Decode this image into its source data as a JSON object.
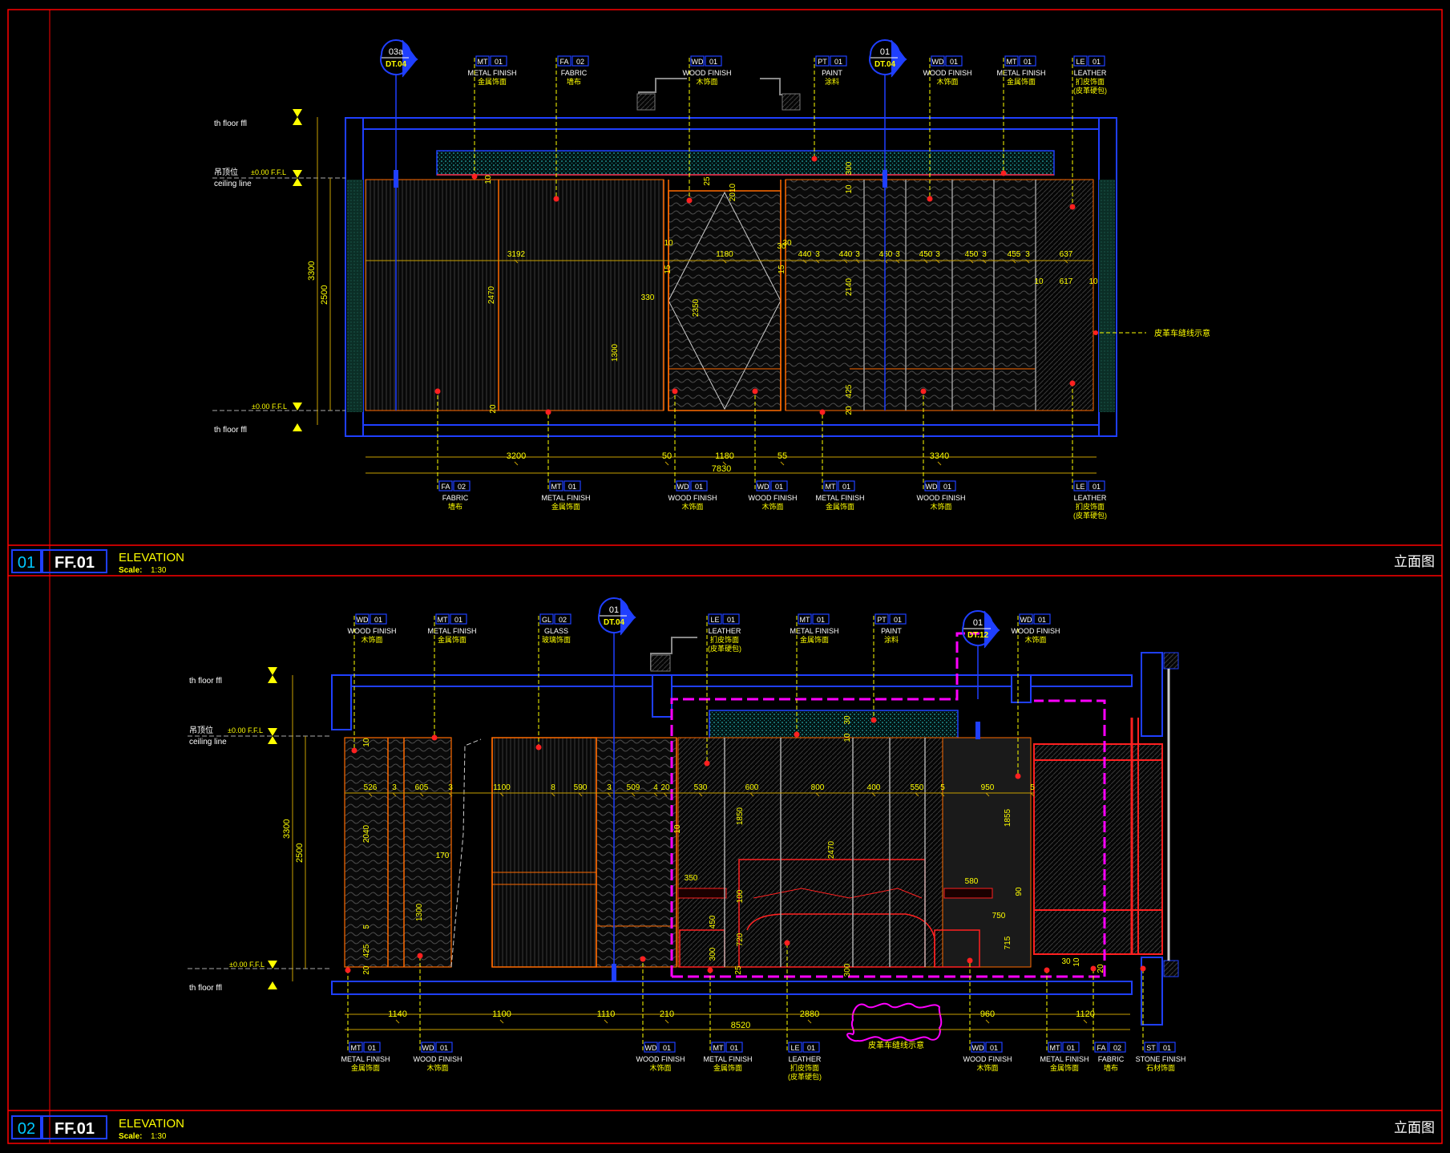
{
  "colors": {
    "background": "#000000",
    "frame": "#ff0000",
    "wall": "#1f3fff",
    "leader": "#ffff00",
    "dim": "#c8a000",
    "magenta": "#ff00ff",
    "cyan": "#00c8ff",
    "orange": "#ff6a00",
    "white": "#ffffff"
  },
  "panel1": {
    "number": "01",
    "code": "FF.01",
    "title": "ELEVATION",
    "scale_label": "Scale:",
    "scale_value": "1:30",
    "cn_title": "立面图",
    "level_labels": {
      "top_floor": "th floor ffl",
      "ceiling_cn": "吊顶位",
      "ceiling_ffl": "±0.00 F.F.L",
      "ceiling_en": "ceiling line",
      "floor_ffl": "±0.00 F.F.L",
      "bottom_floor": "th floor ffl"
    },
    "section_marks": [
      {
        "top": "03a",
        "bottom": "DT.04"
      },
      {
        "top": "01",
        "bottom": "DT.04"
      }
    ],
    "tags_top": [
      {
        "code": "MT",
        "num": "01",
        "en": "METAL FINISH",
        "cn": "金属饰面"
      },
      {
        "code": "FA",
        "num": "02",
        "en": "FABRIC",
        "cn": "墙布"
      },
      {
        "code": "WD",
        "num": "01",
        "en": "WOOD FINISH",
        "cn": "木饰面"
      },
      {
        "code": "PT",
        "num": "01",
        "en": "PAINT",
        "cn": "涂料"
      },
      {
        "code": "WD",
        "num": "01",
        "en": "WOOD FINISH",
        "cn": "木饰面"
      },
      {
        "code": "MT",
        "num": "01",
        "en": "METAL FINISH",
        "cn": "金属饰面"
      },
      {
        "code": "LE",
        "num": "01",
        "en": "LEATHER",
        "cn": "扪皮饰面",
        "cn2": "(皮革硬包)"
      }
    ],
    "tags_bottom": [
      {
        "code": "FA",
        "num": "02",
        "en": "FABRIC",
        "cn": "墙布"
      },
      {
        "code": "MT",
        "num": "01",
        "en": "METAL FINISH",
        "cn": "金属饰面"
      },
      {
        "code": "WD",
        "num": "01",
        "en": "WOOD FINISH",
        "cn": "木饰面"
      },
      {
        "code": "WD",
        "num": "01",
        "en": "WOOD FINISH",
        "cn": "木饰面"
      },
      {
        "code": "MT",
        "num": "01",
        "en": "METAL FINISH",
        "cn": "金属饰面"
      },
      {
        "code": "WD",
        "num": "01",
        "en": "WOOD FINISH",
        "cn": "木饰面"
      },
      {
        "code": "LE",
        "num": "01",
        "en": "LEATHER",
        "cn": "扪皮饰面",
        "cn2": "(皮革硬包)"
      }
    ],
    "note_right": "皮革车缝线示意",
    "dims_inner": [
      "3192",
      "1180",
      "440",
      "3",
      "440",
      "3",
      "450",
      "3",
      "450",
      "3",
      "450",
      "3",
      "455",
      "3",
      "637"
    ],
    "dims_misc": [
      "10",
      "30",
      "2470",
      "330",
      "1300",
      "2350",
      "20",
      "2140",
      "425",
      "20",
      "10",
      "617",
      "10",
      "15",
      "15",
      "30",
      "2010",
      "10",
      "300",
      "10",
      "25"
    ],
    "dims_vertical": [
      "3300",
      "2500"
    ],
    "dims_bottom": [
      "3200",
      "50",
      "1180",
      "55",
      "3340"
    ],
    "dims_total": "7830"
  },
  "panel2": {
    "number": "02",
    "code": "FF.01",
    "title": "ELEVATION",
    "scale_label": "Scale:",
    "scale_value": "1:30",
    "cn_title": "立面图",
    "level_labels": {
      "top_floor": "th floor ffl",
      "ceiling_cn": "吊顶位",
      "ceiling_ffl": "±0.00 F.F.L",
      "ceiling_en": "ceiling line",
      "floor_ffl": "±0.00 F.F.L",
      "bottom_floor": "th floor ffl"
    },
    "section_marks": [
      {
        "top": "01",
        "bottom": "DT.04"
      },
      {
        "top": "01",
        "bottom": "DT.12"
      }
    ],
    "tags_top": [
      {
        "code": "WD",
        "num": "01",
        "en": "WOOD FINISH",
        "cn": "木饰面"
      },
      {
        "code": "MT",
        "num": "01",
        "en": "METAL FINISH",
        "cn": "金属饰面"
      },
      {
        "code": "GL",
        "num": "02",
        "en": "GLASS",
        "cn": "玻璃饰面"
      },
      {
        "code": "LE",
        "num": "01",
        "en": "LEATHER",
        "cn": "扪皮饰面",
        "cn2": "(皮革硬包)"
      },
      {
        "code": "MT",
        "num": "01",
        "en": "METAL FINISH",
        "cn": "金属饰面"
      },
      {
        "code": "PT",
        "num": "01",
        "en": "PAINT",
        "cn": "涂料"
      },
      {
        "code": "WD",
        "num": "01",
        "en": "WOOD FINISH",
        "cn": "木饰面"
      }
    ],
    "tags_bottom": [
      {
        "code": "MT",
        "num": "01",
        "en": "METAL FINISH",
        "cn": "金属饰面"
      },
      {
        "code": "WD",
        "num": "01",
        "en": "WOOD FINISH",
        "cn": "木饰面"
      },
      {
        "code": "WD",
        "num": "01",
        "en": "WOOD FINISH",
        "cn": "木饰面"
      },
      {
        "code": "MT",
        "num": "01",
        "en": "METAL FINISH",
        "cn": "金属饰面"
      },
      {
        "code": "LE",
        "num": "01",
        "en": "LEATHER",
        "cn": "扪皮饰面",
        "cn2": "(皮革硬包)"
      },
      {
        "code": "WD",
        "num": "01",
        "en": "WOOD FINISH",
        "cn": "木饰面"
      },
      {
        "code": "MT",
        "num": "01",
        "en": "METAL FINISH",
        "cn": "金属饰面"
      },
      {
        "code": "FA",
        "num": "02",
        "en": "FABRIC",
        "cn": "墙布"
      },
      {
        "code": "ST",
        "num": "01",
        "en": "STONE FINISH",
        "cn": "石材饰面"
      }
    ],
    "note_bottom": "皮革车缝线示意",
    "dims_inner": [
      "526",
      "3",
      "605",
      "3",
      "1100",
      "8",
      "590",
      "3",
      "509",
      "4",
      "20",
      "530",
      "600",
      "800",
      "400",
      "550",
      "5",
      "950",
      "5"
    ],
    "dims_misc": [
      "10",
      "2040",
      "170",
      "1300",
      "5",
      "425",
      "20",
      "10",
      "1850",
      "2470",
      "350",
      "100",
      "450",
      "300",
      "720",
      "25",
      "580",
      "1855",
      "90",
      "750",
      "715",
      "300",
      "10",
      "30",
      "10",
      "30",
      "20"
    ],
    "dims_vertical": [
      "3300",
      "2500"
    ],
    "dims_bottom": [
      "1140",
      "1100",
      "1110",
      "210",
      "2880",
      "960",
      "1120"
    ],
    "dims_total": "8520"
  }
}
